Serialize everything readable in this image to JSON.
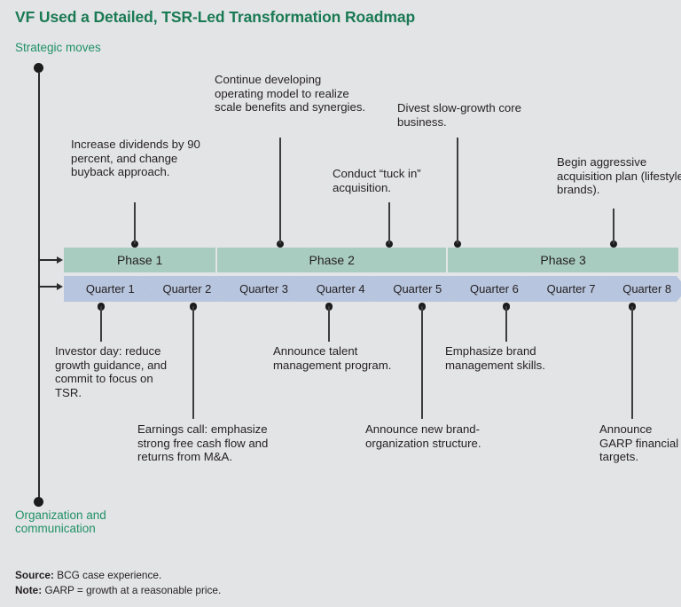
{
  "title": "VF Used a Detailed, TSR-Led Transformation Roadmap",
  "axis": {
    "top_label": "Strategic moves",
    "bottom_label_line1": "Organization and",
    "bottom_label_line2": "communication"
  },
  "colors": {
    "background": "#e3e4e6",
    "title_green": "#1a7a54",
    "axis_green": "#1f9166",
    "phase_fill": "#a9ccc0",
    "quarter_fill": "#b7c5de",
    "text": "#231f20",
    "leader_line": "#3d3d3d"
  },
  "phases": [
    {
      "label": "Phase 1",
      "span_quarters": 2
    },
    {
      "label": "Phase 2",
      "span_quarters": 3
    },
    {
      "label": "Phase 3",
      "span_quarters": 3
    }
  ],
  "quarters": [
    {
      "label": "Quarter 1"
    },
    {
      "label": "Quarter 2"
    },
    {
      "label": "Quarter 3"
    },
    {
      "label": "Quarter 4"
    },
    {
      "label": "Quarter 5"
    },
    {
      "label": "Quarter 6"
    },
    {
      "label": "Quarter 7"
    },
    {
      "label": "Quarter 8"
    }
  ],
  "strategic_callouts": [
    {
      "text": "Increase dividends by 90 percent, and change buyback approach."
    },
    {
      "text": "Continue developing operating model to realize scale benefits and synergies."
    },
    {
      "text": "Conduct “tuck in” acquisition."
    },
    {
      "text": "Divest slow-growth core business."
    },
    {
      "text": "Begin aggressive acquisition plan (lifestyle brands)."
    }
  ],
  "organization_callouts": [
    {
      "text": "Investor day: reduce growth guidance, and commit to focus on TSR."
    },
    {
      "text": "Earnings call: emphasize strong free cash flow and returns from M&A."
    },
    {
      "text": "Announce talent management program."
    },
    {
      "text": "Announce new brand-organization structure."
    },
    {
      "text": "Emphasize brand management skills."
    },
    {
      "text": "Announce GARP financial targets."
    }
  ],
  "footer": {
    "source_label": "Source:",
    "source_text": "BCG case experience.",
    "note_label": "Note:",
    "note_text": "GARP = growth at a reasonable price."
  }
}
